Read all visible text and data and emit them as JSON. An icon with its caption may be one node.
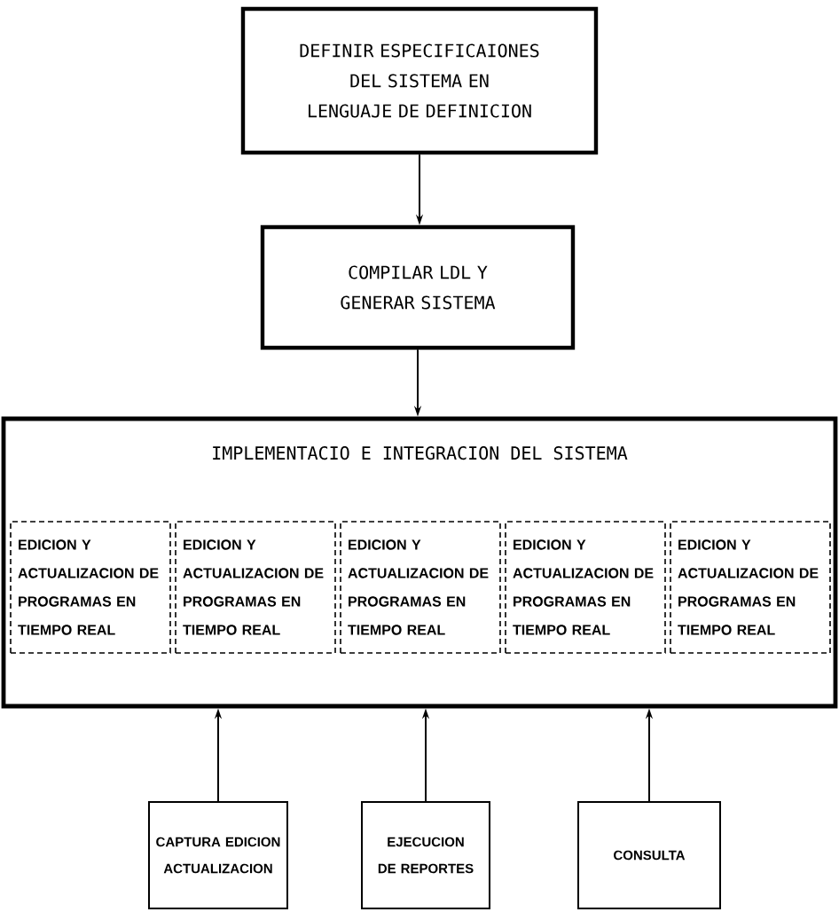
{
  "diagram": {
    "nodes": [
      {
        "text": [
          "DEFINIR ESPECIFICAIONES DEL SISTEMA EN LENGUAJE DE DEFINICION"
        ]
      },
      {
        "text": [
          "COMPILAR LDL Y GENERAR SISTEMA"
        ]
      },
      {
        "text": [
          "IMPLEMENTACIO E INTEGRACION DEL SISTEMA"
        ]
      },
      {
        "text": [
          "EDICION Y ACTUALIZACION DE PROGRAMAS EN TIEMPO REAL"
        ],
        "in": 2
      },
      {
        "text": [
          "EDICION Y ACTUALIZACION DE PROGRAMAS EN TIEMPO REAL"
        ],
        "in": 2
      },
      {
        "text": [
          "EDICION Y ACTUALIZACION DE PROGRAMAS EN TIEMPO REAL"
        ],
        "in": 2
      },
      {
        "text": [
          "EDICION Y ACTUALIZACION DE PROGRAMAS EN TIEMPO REAL"
        ],
        "in": 2
      },
      {
        "text": [
          "EDICION Y ACTUALIZACION DE PROGRAMAS EN TIEMPO REAL"
        ],
        "in": 2
      },
      {
        "text": [
          "CAPTURA EDICION ACTUALIZACION"
        ]
      },
      {
        "text": [
          "EJECUCION DE REPORTES"
        ]
      },
      {
        "text": [
          "CONSULTA"
        ]
      }
    ],
    "edges": [
      {
        "from": 0,
        "to": 1,
        "arrow": "to"
      },
      {
        "from": 1,
        "to": 2,
        "arrow": "to"
      },
      {
        "from": 8,
        "to": 2,
        "arrow": "to"
      },
      {
        "from": 9,
        "to": 2,
        "arrow": "to"
      },
      {
        "from": 10,
        "to": 2,
        "arrow": "to"
      }
    ]
  }
}
